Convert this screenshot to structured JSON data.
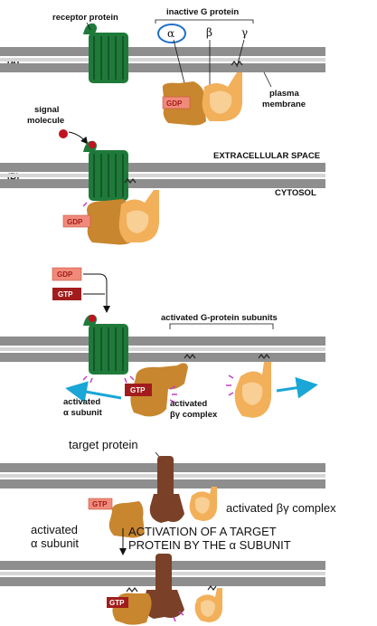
{
  "panel_a": {
    "letter": "(A)",
    "receptor_label": "receptor protein",
    "g_protein_label": "inactive G protein",
    "alpha": "α",
    "beta": "β",
    "gamma": "γ",
    "membrane_label_1": "plasma",
    "membrane_label_2": "membrane",
    "gdp_tag": "GDP"
  },
  "panel_b": {
    "letter": "(B)",
    "signal_label_1": "signal",
    "signal_label_2": "molecule",
    "extracellular_label": "EXTRACELLULAR SPACE",
    "cytosol_label": "CYTOSOL",
    "gdp_tag": "GDP"
  },
  "exchange": {
    "gdp_tag": "GDP",
    "gtp_tag": "GTP"
  },
  "panel_c": {
    "subunits_label": "activated G-protein subunits",
    "gtp_tag": "GTP",
    "alpha_label_1": "activated",
    "alpha_label_2": "α subunit",
    "bg_label_1": "activated",
    "bg_label_2": "βγ complex"
  },
  "panel_d": {
    "target_label": "target protein",
    "gtp_tag_1": "GTP",
    "gtp_tag_2": "GTP",
    "bg_label": "activated βγ complex",
    "alpha_label_1": "activated",
    "alpha_label_2": "α subunit",
    "caption_1": "ACTIVATION OF A TARGET",
    "caption_2": "PROTEIN BY THE α SUBUNIT"
  },
  "colors": {
    "membrane": "#8e8e8e",
    "receptor": "#1f7a3a",
    "alpha": "#c8862e",
    "beta_gamma": "#f2b05a",
    "target": "#7a4028",
    "gdp_fill": "#f08a7a",
    "gtp_fill": "#a11d1d",
    "signal": "#c1121f",
    "arrow_blue": "#1aa6d6",
    "tick_pink": "#c23fbf"
  }
}
